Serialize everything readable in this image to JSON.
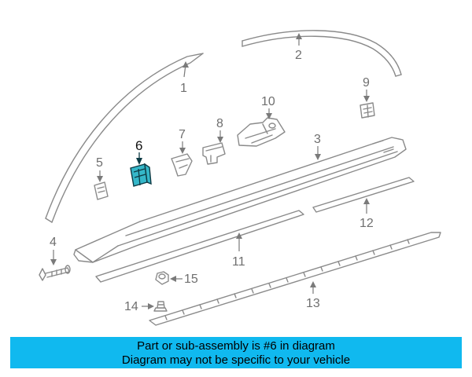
{
  "callouts": {
    "c1": "1",
    "c2": "2",
    "c3": "3",
    "c4": "4",
    "c5": "5",
    "c6": "6",
    "c7": "7",
    "c8": "8",
    "c9": "9",
    "c10": "10",
    "c11": "11",
    "c12": "12",
    "c13": "13",
    "c14": "14",
    "c15": "15"
  },
  "highlighted_part": "6",
  "colors": {
    "banner": "#10b9ef",
    "highlight": "#35b7c9",
    "line_art": "#8a8a8a"
  },
  "banner": {
    "line1": "Part or sub-assembly is #6 in diagram",
    "line2": "Diagram may not be specific to your vehicle"
  }
}
